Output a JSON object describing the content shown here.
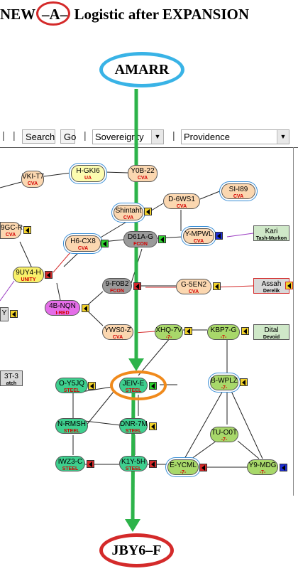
{
  "title": {
    "before": "NEW ",
    "highlight": "–A–",
    "after": " Logistic after EXPANSION"
  },
  "origin": "AMARR",
  "destination": "JBY6–F",
  "toolbar": {
    "search": "Search",
    "go": "Go",
    "sovereignty": "Sovereignty",
    "region": "Providence"
  },
  "colors": {
    "arrow": "#2db34a",
    "red_ring": "#d42a2a",
    "blue_ring": "#39b3e6",
    "orange_ring": "#f08a1c"
  },
  "systems": {
    "vki": {
      "name": "VKI-T7",
      "sov": "CVA"
    },
    "hgki": {
      "name": "H-GKI6",
      "sov": "UA"
    },
    "y0b": {
      "name": "Y0B-22",
      "sov": "CVA"
    },
    "si": {
      "name": "SI-I89",
      "sov": "CVA"
    },
    "d6": {
      "name": "D-6WS1",
      "sov": "CVA"
    },
    "shintaht": {
      "name": "Shintaht",
      "sov": "CVA"
    },
    "gcr": {
      "name": "9GC-R",
      "sov": "CVA"
    },
    "h6": {
      "name": "H6-CX8",
      "sov": "CVA"
    },
    "d61a": {
      "name": "D61A-G",
      "sov": "FCON"
    },
    "ympwl": {
      "name": "Y-MPWL",
      "sov": "CVA"
    },
    "kari": {
      "name": "Kari",
      "sov": "Tash-Murkon"
    },
    "uy4": {
      "name": "9UY4-H",
      "sov": "UNITY"
    },
    "f0b2": {
      "name": "9-F0B2",
      "sov": "FCON"
    },
    "g5en": {
      "name": "G-5EN2",
      "sov": "CVA"
    },
    "assah": {
      "name": "Assah",
      "sov": "Derelik"
    },
    "y": {
      "name": "Y"
    },
    "nqn": {
      "name": "4B-NQN",
      "sov": "I-RED"
    },
    "yws": {
      "name": "YWS0-Z",
      "sov": "CVA"
    },
    "xhq": {
      "name": "XHQ-7V",
      "sov": "-7-"
    },
    "kbp": {
      "name": "KBP7-G",
      "sov": "-7-"
    },
    "dital": {
      "name": "Dital",
      "sov": "Devoid"
    },
    "t3": {
      "name": "3T-3",
      "sov": "atch"
    },
    "oy5": {
      "name": "O-Y5JQ",
      "sov": "STEEL"
    },
    "jeiv": {
      "name": "JEIV-E",
      "sov": "STEEL"
    },
    "bwplz": {
      "name": "B-WPLZ",
      "sov": "-7-"
    },
    "nrm": {
      "name": "N-RMSH",
      "sov": "STEEL"
    },
    "dnr": {
      "name": "DNR-7M",
      "sov": "STEEL"
    },
    "tu": {
      "name": "TU-O0T",
      "sov": "-7-"
    },
    "iwz": {
      "name": "IWZ3-C",
      "sov": "STEEL"
    },
    "k1y": {
      "name": "K1Y-5H",
      "sov": "STEEL"
    },
    "eycml": {
      "name": "E-YCML",
      "sov": "-7-"
    },
    "y9": {
      "name": "Y9-MDG",
      "sov": "-7-"
    }
  }
}
